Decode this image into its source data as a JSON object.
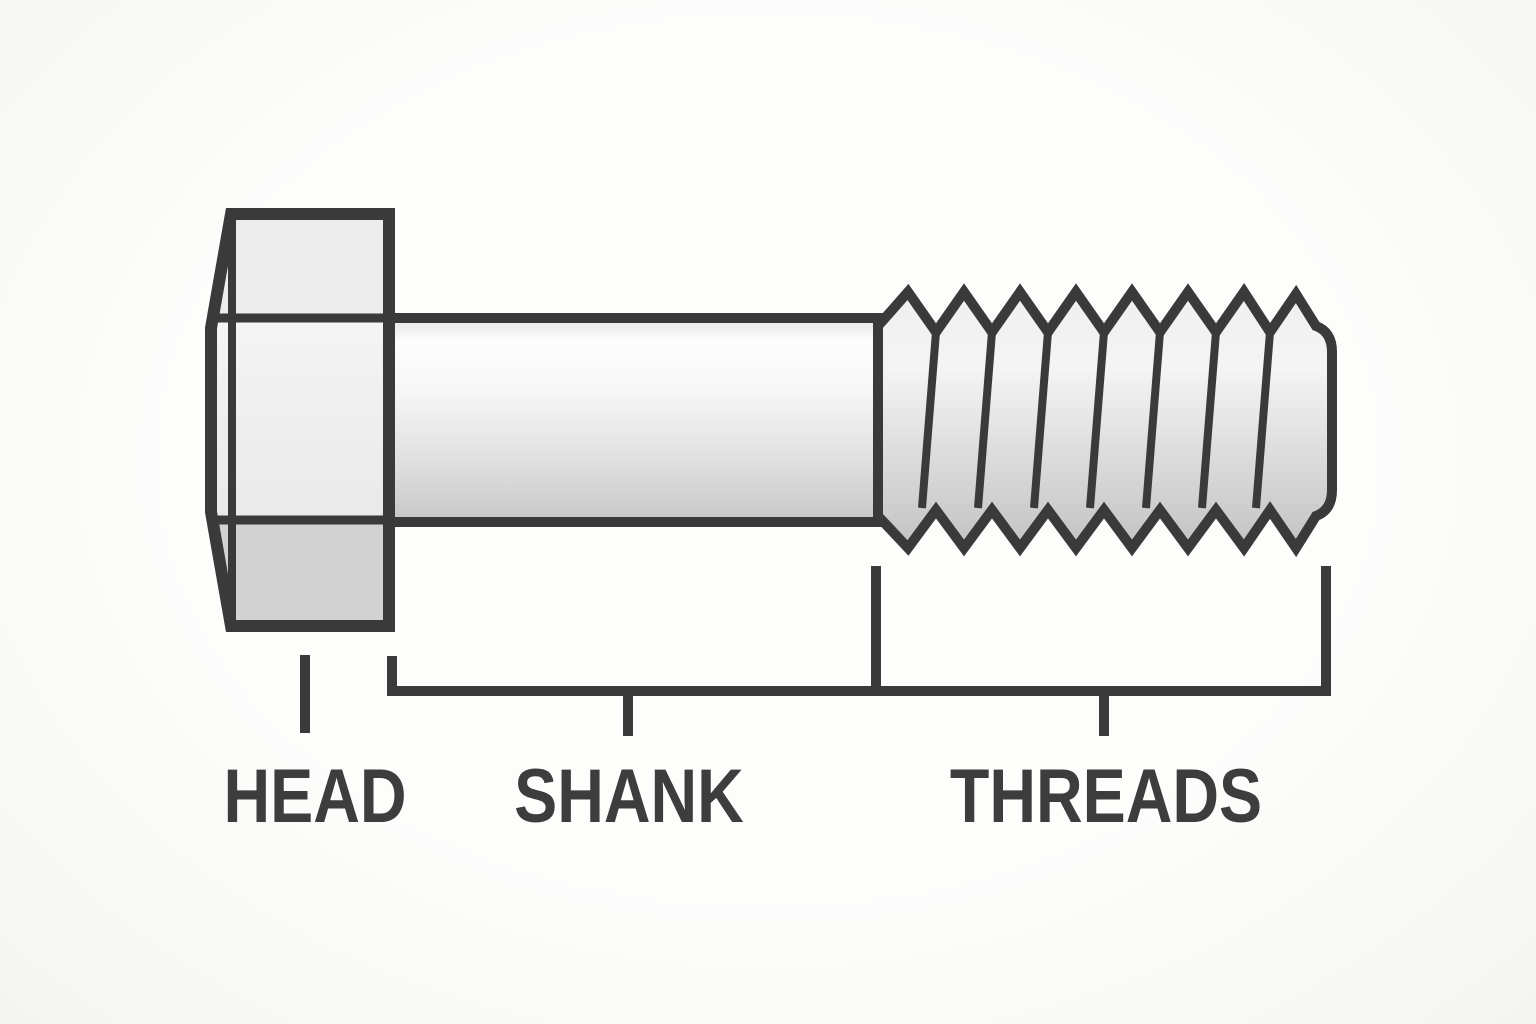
{
  "diagram": {
    "subject": "hex-bolt-parts",
    "parts": [
      {
        "id": "head",
        "label": "HEAD"
      },
      {
        "id": "shank",
        "label": "SHANK"
      },
      {
        "id": "threads",
        "label": "THREADS"
      }
    ],
    "colors": {
      "outline": "#3a3a3a",
      "label_text": "#3d3d3d",
      "background": "#fcfcfa",
      "metal_highlight": "#fdfdfd",
      "metal_base": "#ededed",
      "metal_shadow": "#c9c9c9",
      "head_top_facet": "#ececec",
      "head_bottom_facet": "#d2d2d2"
    }
  }
}
